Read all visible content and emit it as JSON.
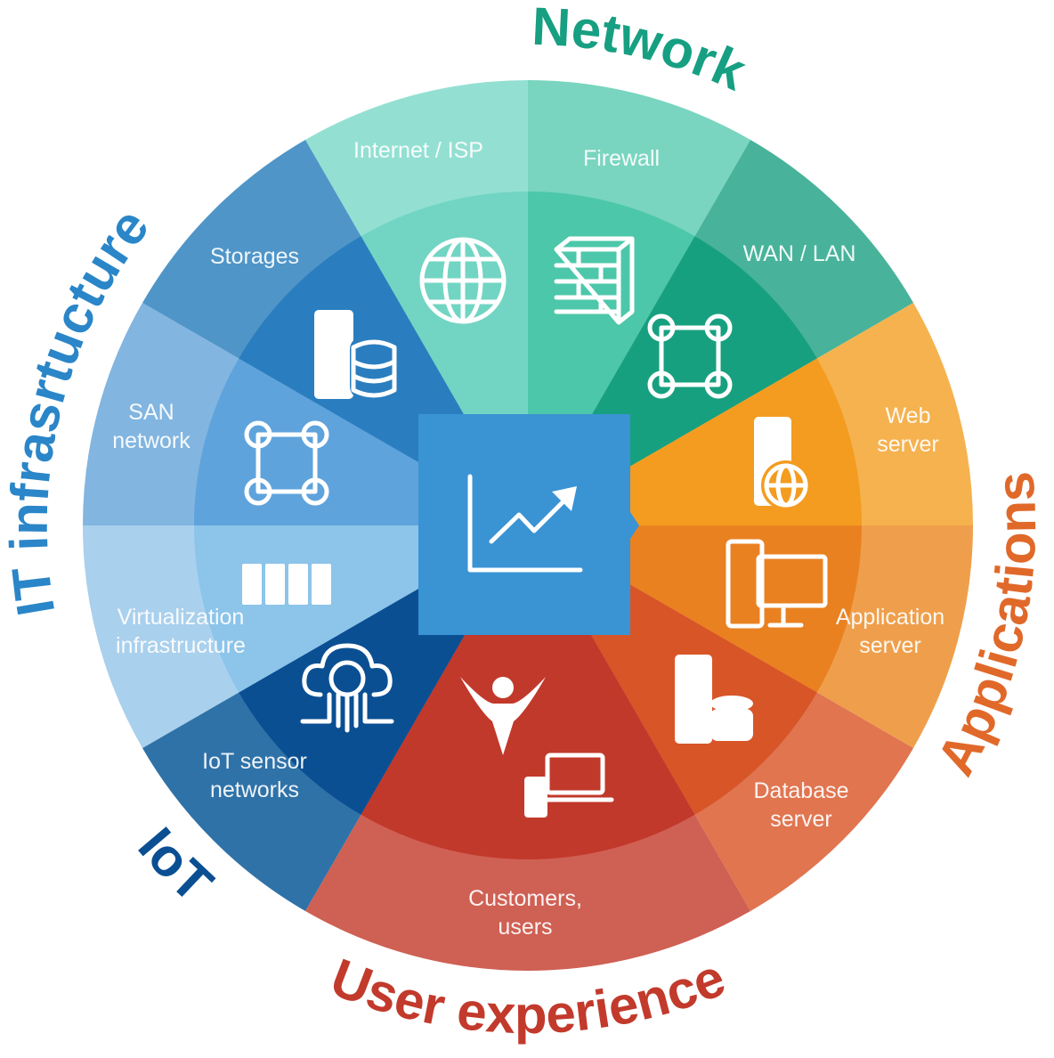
{
  "titles": [
    {
      "text": "Network",
      "color": "#179f82"
    },
    {
      "text": "Applications",
      "color": "#e0692a"
    },
    {
      "text": "User experience",
      "color": "#c23a2c"
    },
    {
      "text": "IoT",
      "color": "#0b4f93"
    },
    {
      "text": "IT infrasrtucture",
      "color": "#2a86c8"
    }
  ],
  "segments": [
    {
      "lines": [
        "Internet / ISP"
      ],
      "icon": "globe-icon",
      "outer": "#93e0d3",
      "inner": "#72d5c3"
    },
    {
      "lines": [
        "Firewall"
      ],
      "icon": "firewall-icon",
      "outer": "#79d5bf",
      "inner": "#4dc7aa"
    },
    {
      "lines": [
        "WAN / LAN"
      ],
      "icon": "network-nodes-icon",
      "outer": "#48b39a",
      "inner": "#17a07f"
    },
    {
      "lines": [
        "Web",
        "server"
      ],
      "icon": "web-server-icon",
      "outer": "#f5b24f",
      "inner": "#f39c20"
    },
    {
      "lines": [
        "Application",
        "server"
      ],
      "icon": "application-devices-icon",
      "outer": "#ef9f4b",
      "inner": "#ea8121"
    },
    {
      "lines": [
        "Database",
        "server"
      ],
      "icon": "database-server-icon",
      "outer": "#e07550",
      "inner": "#d85528"
    },
    {
      "lines": [
        "Customers,",
        "users"
      ],
      "icon": "user-devices-icon",
      "outer": "#cf6054",
      "inner": "#c1392b"
    },
    {
      "lines": [
        "IoT sensor",
        "networks"
      ],
      "icon": "cloud-sensor-icon",
      "outer": "#2f72a8",
      "inner": "#0b4f93"
    },
    {
      "lines": [
        "Virtualization",
        "infrastructure"
      ],
      "icon": "server-rack-icon",
      "outer": "#a9d0ed",
      "inner": "#8cc4ea"
    },
    {
      "lines": [
        "SAN",
        "network"
      ],
      "icon": "san-nodes-icon",
      "outer": "#82b5e0",
      "inner": "#5fa3dc"
    },
    {
      "lines": [
        "Storages"
      ],
      "icon": "storage-server-icon",
      "outer": "#4f95c8",
      "inner": "#2a7ebf"
    }
  ],
  "center": {
    "icon": "growth-chart-icon",
    "color": "#3a93d3"
  }
}
